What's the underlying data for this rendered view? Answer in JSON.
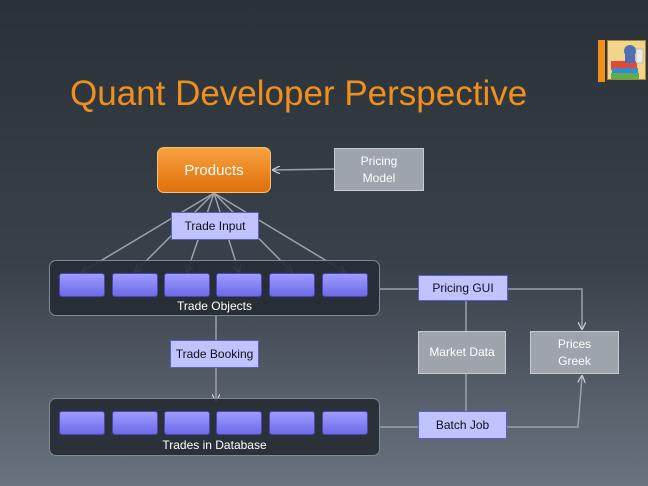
{
  "slide": {
    "title": "Quant Developer Perspective",
    "logo_icon": "book-figure-icon"
  },
  "nodes": {
    "products": "Products",
    "pricing_model": [
      "Pricing",
      "Model"
    ],
    "trade_input": "Trade Input",
    "trade_objects": "Trade Objects",
    "trade_booking": "Trade Booking",
    "trades_in_database": "Trades in Database",
    "pricing_gui": "Pricing GUI",
    "market_data": "Market Data",
    "batch_job": "Batch Job",
    "prices_greek": [
      "Prices",
      "Greek"
    ]
  },
  "colors": {
    "title": "#f0901c",
    "products": "#ee8518",
    "blue_box": "#c0c3ff",
    "grey_box": "#9ea4ab",
    "slot": "#7d7af0",
    "connector": "#9aa3ab"
  }
}
